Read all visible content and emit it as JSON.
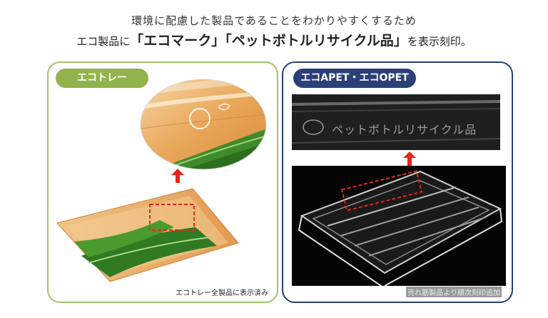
{
  "header": {
    "line1": "環境に配慮した製品であることをわかりやすくするため",
    "line2_prefix": "エコ製品に",
    "line2_mark1": "「エコマーク」",
    "line2_mark2": "「ペットボトルリサイクル品」",
    "line2_suffix": "を表示刻印。"
  },
  "left_panel": {
    "badge": "エコトレー",
    "caption": "エコトレー全製品に表示済み"
  },
  "right_panel": {
    "badge": "エコAPET・エコOPET",
    "closeup_text": "ペットボトルリサイクル品",
    "caption": "売れ筋製品より順次刻印追加"
  },
  "colors": {
    "left_accent": "#92b24c",
    "right_accent": "#2b3f78",
    "arrow": "#e8241c"
  }
}
